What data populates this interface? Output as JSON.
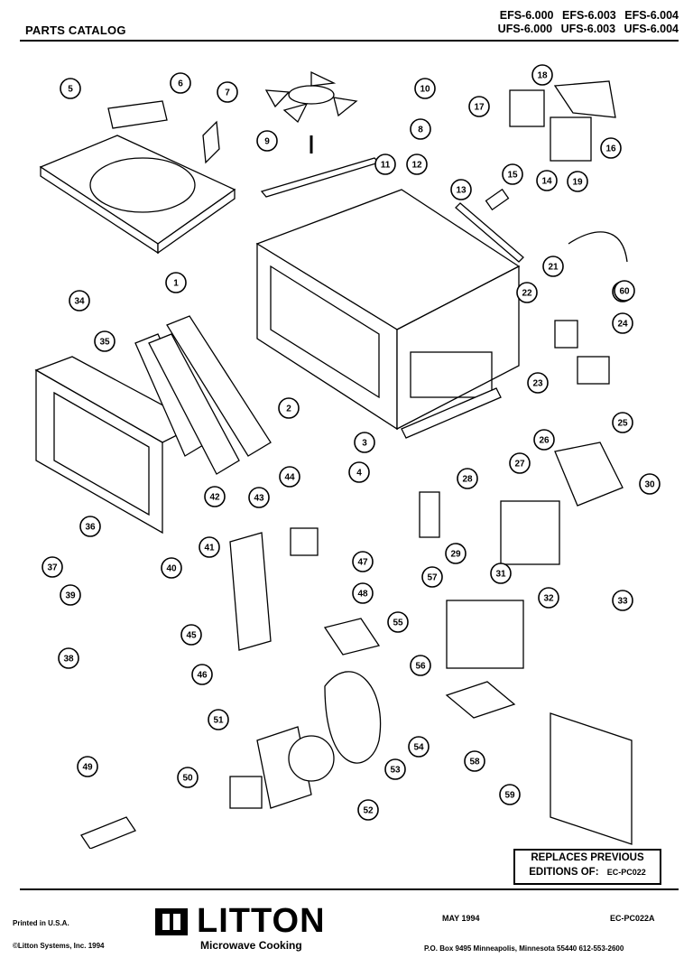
{
  "header": {
    "title": "PARTS CATALOG",
    "models_row1": [
      "EFS-6.000",
      "EFS-6.003",
      "EFS-6.004"
    ],
    "models_row2": [
      "UFS-6.000",
      "UFS-6.003",
      "UFS-6.004"
    ]
  },
  "diagram": {
    "callouts": [
      "1",
      "2",
      "3",
      "4",
      "5",
      "6",
      "7",
      "8",
      "9",
      "10",
      "11",
      "12",
      "13",
      "14",
      "15",
      "16",
      "17",
      "18",
      "19",
      "20",
      "21",
      "22",
      "23",
      "24",
      "25",
      "26",
      "27",
      "28",
      "29",
      "30",
      "31",
      "32",
      "33",
      "34",
      "35",
      "36",
      "37",
      "38",
      "39",
      "40",
      "41",
      "42",
      "43",
      "44",
      "45",
      "46",
      "47",
      "48",
      "49",
      "50",
      "51",
      "52",
      "53",
      "54",
      "55",
      "56",
      "57",
      "58",
      "59",
      "60"
    ],
    "part_colors": {
      "line": "#000000",
      "fill": "#ffffff"
    }
  },
  "replaces": {
    "line1": "REPLACES PREVIOUS",
    "line2": "EDITIONS OF:",
    "code": "EC-PC022"
  },
  "footer": {
    "printed": "Printed in U.S.A.",
    "copyright": "©Litton Systems, Inc. 1994",
    "brand": "LITTON",
    "subbrand": "Microwave Cooking",
    "date": "MAY 1994",
    "code": "EC-PC022A",
    "address": "P.O. Box 9495  Minneapolis, Minnesota 55440   612-553-2600"
  }
}
